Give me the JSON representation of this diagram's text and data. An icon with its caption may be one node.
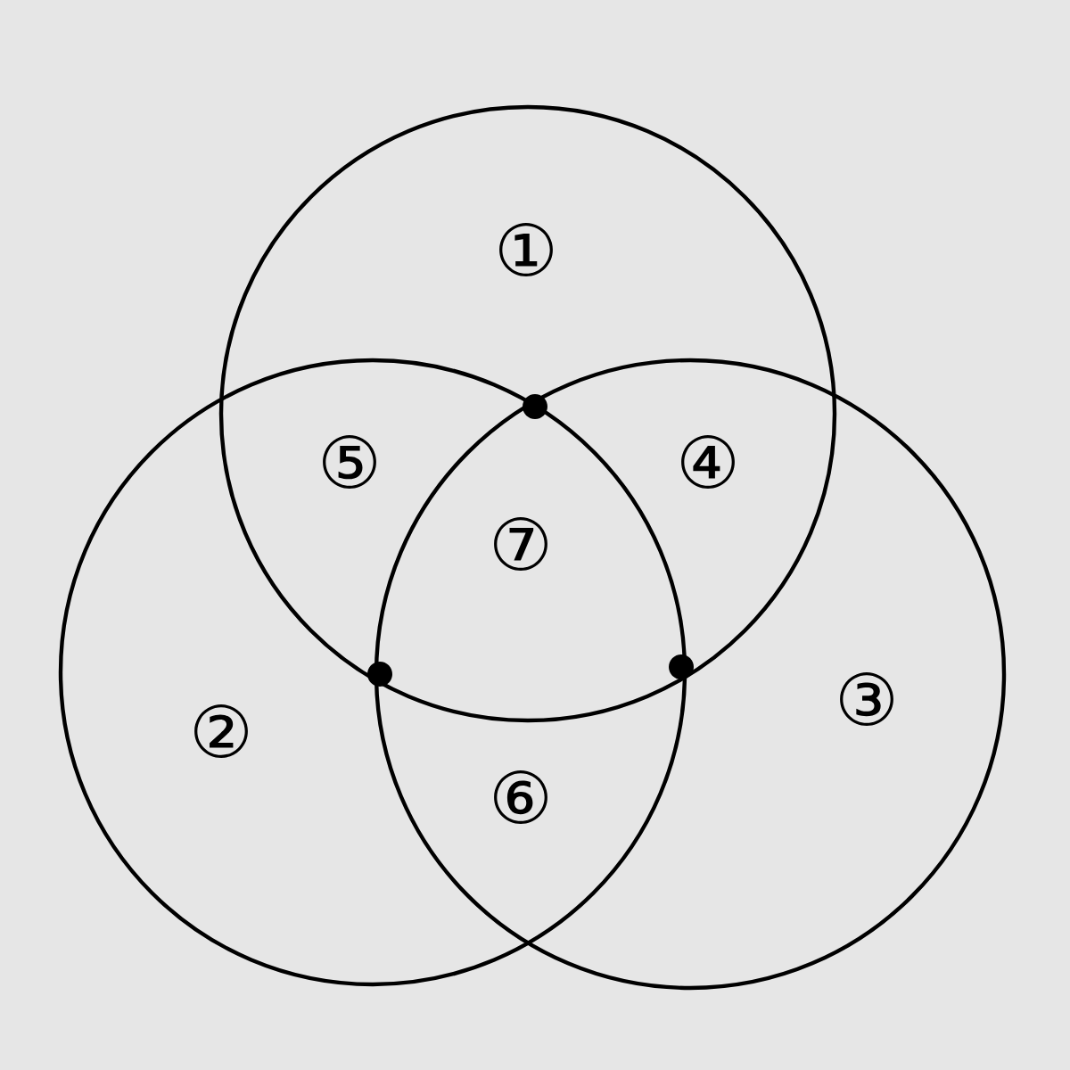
{
  "diagram": {
    "labels": [
      "①",
      "⑤",
      "④",
      "⑦",
      "②",
      "③",
      "⑥"
    ]
  }
}
